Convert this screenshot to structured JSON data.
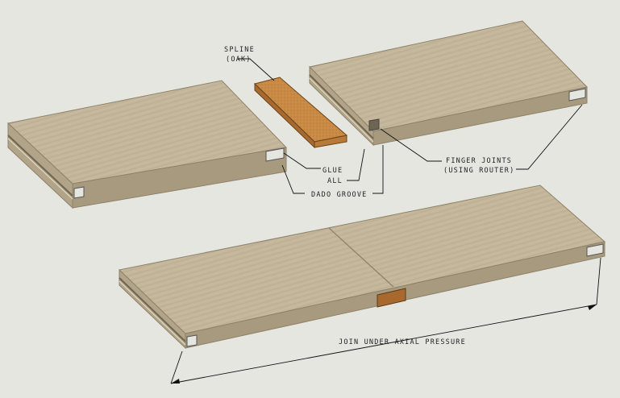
{
  "labels": {
    "spline_line1": "SPLINE",
    "spline_line2": "(OAK)",
    "glue_line1": "GLUE",
    "glue_line2": "ALL",
    "dado": "DADO GROOVE",
    "finger_line1": "FINGER JOINTS",
    "finger_line2": "(USING ROUTER)",
    "join": "JOIN UNDER AXIAL PRESSURE"
  },
  "colors": {
    "background": "#e6e6e1",
    "board_top": "#c3b69a",
    "board_side": "#a79a7e",
    "board_edge": "#8e826a",
    "spline_top": "#c98a45",
    "spline_side": "#a8692f",
    "line": "#111111"
  }
}
